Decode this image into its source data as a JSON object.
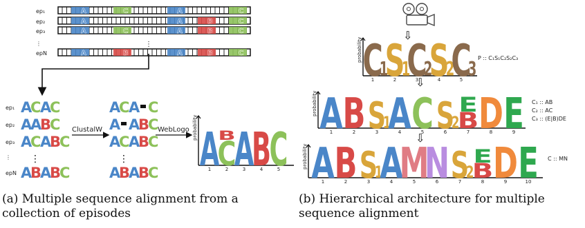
{
  "colors": {
    "A": "#4a86c8",
    "B": "#d84a47",
    "C": "#8dc15a",
    "S": "#d9a53a",
    "GRAY": "#8a6a4c",
    "M": "#e07c84",
    "N": "#b98de0",
    "D": "#f08a3c",
    "E": "#2fa84f"
  },
  "episodes": {
    "labels": [
      "ep₁",
      "ep₂",
      "ep₃",
      "⋮",
      "epN"
    ],
    "rows": [
      {
        "marks": [
          {
            "t": "A",
            "c": "A"
          },
          {
            "t": "C",
            "c": "C"
          },
          {
            "t": "A",
            "c": "A"
          },
          {
            "t": "C",
            "c": "C"
          }
        ]
      },
      {
        "marks": [
          {
            "t": "A",
            "c": "A"
          },
          {
            "t": "A",
            "c": "A"
          },
          {
            "t": "B",
            "c": "B"
          },
          {
            "t": "C",
            "c": "C"
          }
        ]
      },
      {
        "marks": [
          {
            "t": "A",
            "c": "A"
          },
          {
            "t": "C",
            "c": "C"
          },
          {
            "t": "A",
            "c": "A"
          },
          {
            "t": "B",
            "c": "B"
          },
          {
            "t": "C",
            "c": "C"
          }
        ]
      },
      {
        "marks": []
      },
      {
        "marks": [
          {
            "t": "A",
            "c": "A"
          },
          {
            "t": "B",
            "c": "B"
          },
          {
            "t": "A",
            "c": "A"
          },
          {
            "t": "B",
            "c": "B"
          },
          {
            "t": "C",
            "c": "C"
          }
        ]
      }
    ]
  },
  "alignment": {
    "ep_labels": [
      "ep₁",
      "ep₂",
      "ep₃",
      "⋮",
      "epN"
    ],
    "raw": [
      "ACAC",
      "AABC",
      "ACABC",
      "⋮",
      "ABABC"
    ],
    "aligned": [
      "ACA-C",
      "A-ABC",
      "ACABC",
      "⋮",
      "ABABC"
    ],
    "tool1": "ClustalW",
    "tool2": "WebLogo"
  },
  "logo_a": {
    "ylabel": "probability",
    "ticks": [
      "1",
      "2",
      "3",
      "4",
      "5"
    ],
    "cols": [
      [
        "A"
      ],
      [
        "C",
        "B"
      ],
      [
        "A"
      ],
      [
        "B"
      ],
      [
        "C"
      ]
    ]
  },
  "logo_b1": {
    "ylabel": "probability",
    "ticks": [
      "1",
      "2",
      "3",
      "4",
      "5"
    ],
    "cols": [
      "C1",
      "S1",
      "C2",
      "S2",
      "C3"
    ],
    "rule": "P :: C₁S₁C₂S₂C₃"
  },
  "logo_b2": {
    "ylabel": "probability",
    "ticks": [
      "1",
      "2",
      "3",
      "4",
      "5",
      "6",
      "7",
      "8",
      "9"
    ],
    "cols": [
      "A",
      "B",
      "S1",
      "A",
      "C",
      "S2",
      "EB",
      "D",
      "E"
    ],
    "rules": [
      "C₁ :: AB",
      "C₂ :: AC",
      "C₃ :: (E|B)DE"
    ]
  },
  "logo_b3": {
    "ylabel": "probability",
    "ticks": [
      "1",
      "2",
      "3",
      "4",
      "5",
      "6",
      "7",
      "8",
      "9",
      "10"
    ],
    "cols": [
      "A",
      "B",
      "S1",
      "A",
      "M",
      "N",
      "S2",
      "EB",
      "D",
      "E"
    ],
    "rule": "C :: MN"
  },
  "arrow_glyph": "⇩",
  "captions": {
    "a_line1": "(a) Multiple sequence alignment from a",
    "a_line2": "collection of episodes",
    "b_line1": "(b) Hierarchical architecture for multiple",
    "b_line2": "sequence alignment"
  }
}
